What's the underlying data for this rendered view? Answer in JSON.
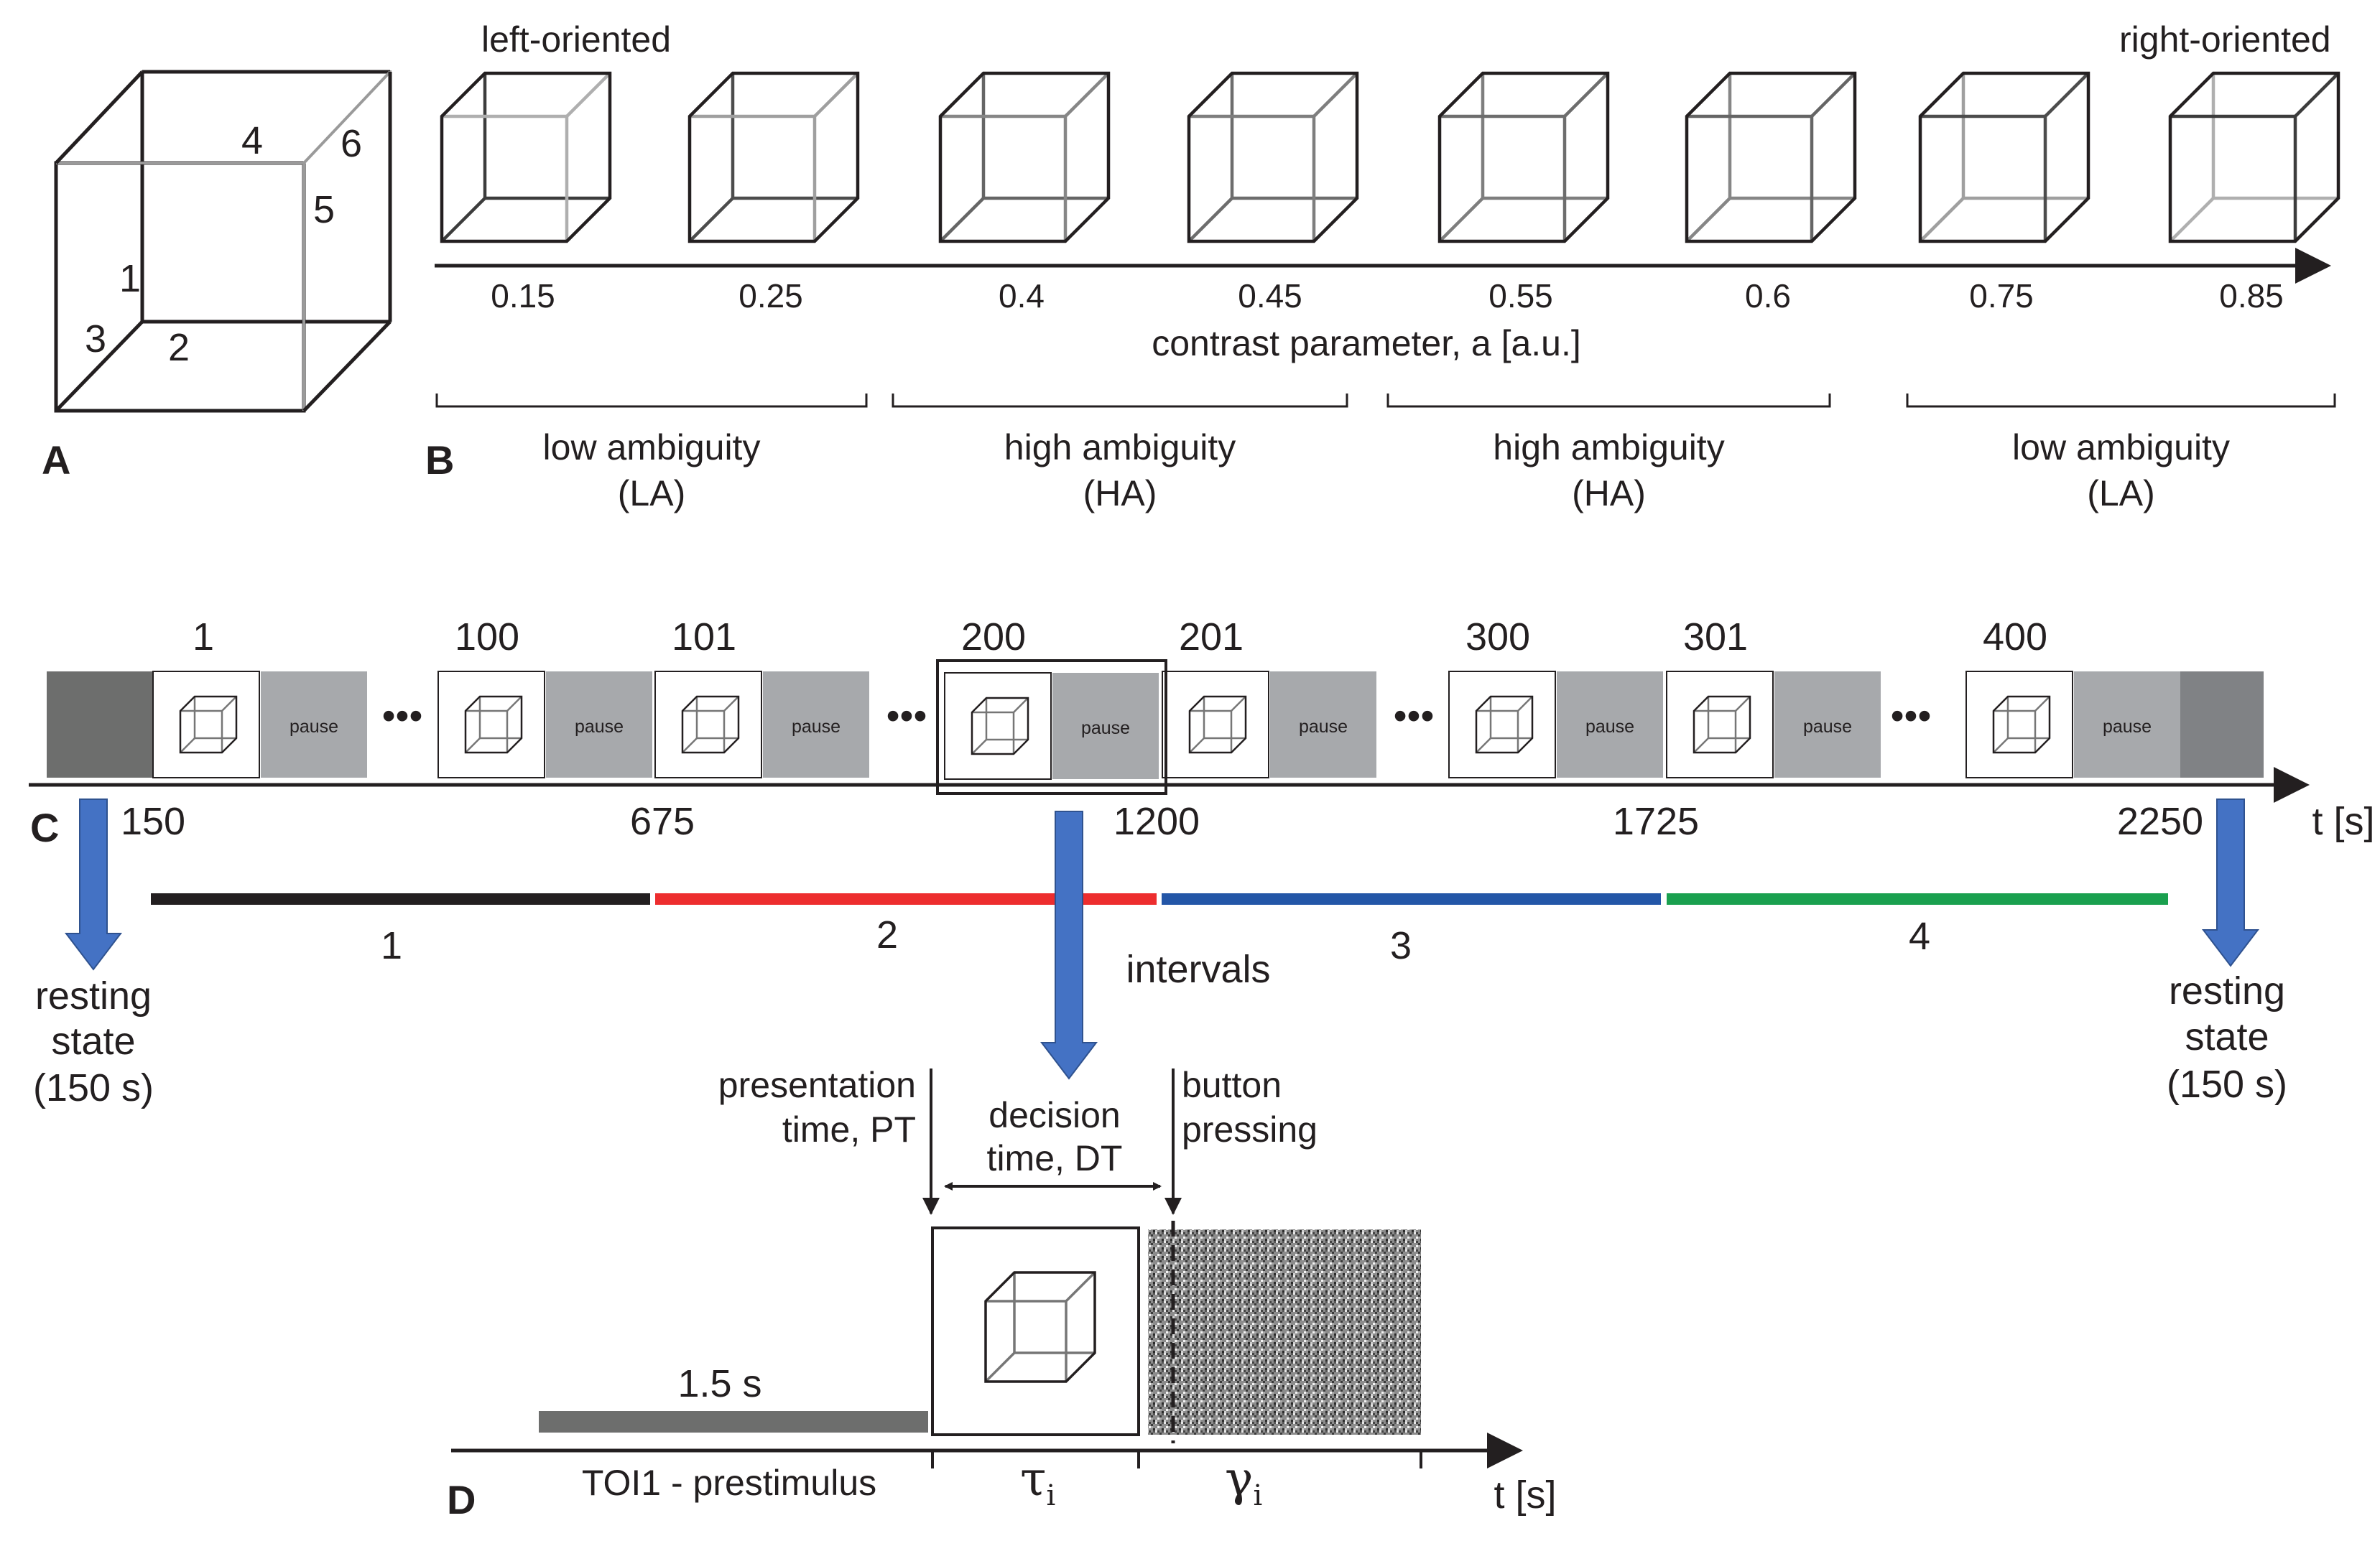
{
  "panels": {
    "a": "A",
    "b": "B",
    "c": "C",
    "d": "D"
  },
  "panel_a": {
    "edge_labels": [
      "1",
      "2",
      "3",
      "4",
      "5",
      "6"
    ]
  },
  "panel_b": {
    "left_label": "left-oriented",
    "right_label": "right-oriented",
    "contrast_values": [
      "0.15",
      "0.25",
      "0.4",
      "0.45",
      "0.55",
      "0.6",
      "0.75",
      "0.85"
    ],
    "axis_label": "contrast parameter, a [a.u.]",
    "groups": [
      {
        "name": "low ambiguity",
        "abbr": "(LA)"
      },
      {
        "name": "high ambiguity",
        "abbr": "(HA)"
      },
      {
        "name": "high ambiguity",
        "abbr": "(HA)"
      },
      {
        "name": "low ambiguity",
        "abbr": "(LA)"
      }
    ]
  },
  "panel_c": {
    "trial_numbers": [
      "1",
      "100",
      "101",
      "200",
      "201",
      "300",
      "301",
      "400"
    ],
    "pause_label": "pause",
    "ellipsis": "•••",
    "time_ticks": [
      "150",
      "675",
      "1200",
      "1725",
      "2250"
    ],
    "time_axis_label": "t [s]",
    "interval_numbers": [
      "1",
      "2",
      "3",
      "4"
    ],
    "interval_colors": [
      "#231f20",
      "#ed2d2e",
      "#2356a7",
      "#1aa04f"
    ],
    "intervals_label": "intervals",
    "resting_left": [
      "resting",
      "state",
      "(150 s)"
    ],
    "resting_right": [
      "resting",
      "state",
      "(150 s)"
    ],
    "arrow_color": "#4472c4"
  },
  "panel_d": {
    "presentation_time": [
      "presentation",
      "time, PT"
    ],
    "decision_time": [
      "decision",
      "time, DT"
    ],
    "button_pressing": [
      "button",
      "pressing"
    ],
    "prestimulus_duration": "1.5 s",
    "toi_label": "TOI1 - prestimulus",
    "tau": "τ",
    "tau_sub": "i",
    "gamma": "γ",
    "gamma_sub": "i",
    "time_axis_label": "t [s]"
  }
}
